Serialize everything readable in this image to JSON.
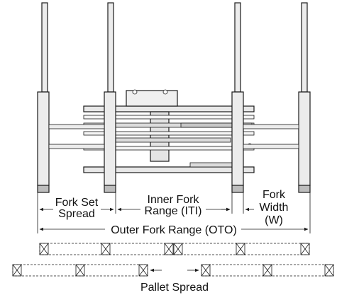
{
  "labels": {
    "fork_set_spread": [
      "Fork Set",
      "Spread"
    ],
    "inner_fork_range": [
      "Inner Fork",
      "Range (ITI)"
    ],
    "fork_width": [
      "Fork",
      "Width",
      "(W)"
    ],
    "outer_fork_range": "Outer Fork Range (OTO)",
    "pallet_spread": "Pallet Spread"
  }
}
